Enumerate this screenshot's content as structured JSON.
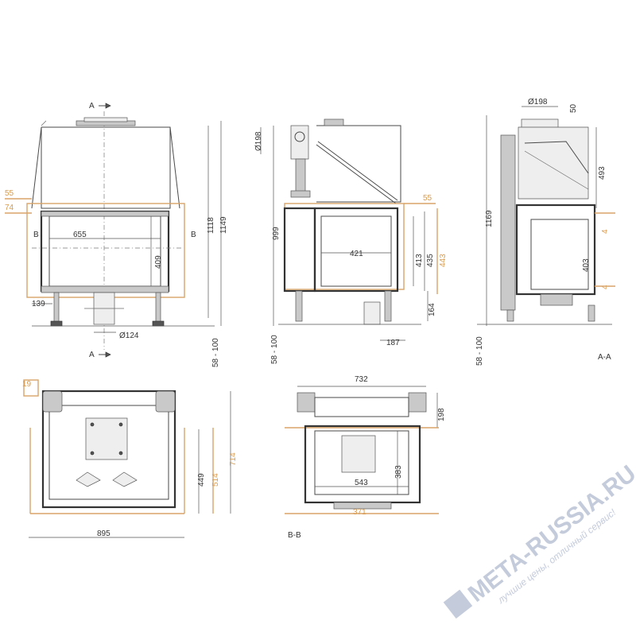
{
  "colors": {
    "line": "#4a4a4a",
    "accent": "#d8a468",
    "watermark": "#c4cbdb"
  },
  "section_marks": {
    "a": "A",
    "b": "B",
    "section_aa": "A-A",
    "section_bb": "B-B"
  },
  "front_view": {
    "dim_55": "55",
    "dim_74": "74",
    "dim_655": "655",
    "dim_409": "409",
    "dim_1118": "1118",
    "dim_1149": "1149",
    "dim_139": "139",
    "dim_d124": "Ø124",
    "dim_58_100": "58 - 100"
  },
  "side_view": {
    "dim_d198": "Ø198",
    "dim_55": "55",
    "dim_999": "999",
    "dim_421": "421",
    "dim_413": "413",
    "dim_435": "435",
    "dim_443": "443",
    "dim_164": "164",
    "dim_187": "187",
    "dim_58_100": "58 - 100"
  },
  "section_aa_view": {
    "dim_d198": "Ø198",
    "dim_50": "50",
    "dim_493": "493",
    "dim_1169": "1169",
    "dim_4_top": "4",
    "dim_403": "403",
    "dim_4_bottom": "4",
    "dim_58_100": "58 - 100"
  },
  "top_view": {
    "dim_19": "19",
    "dim_449": "449",
    "dim_514": "514",
    "dim_714": "714",
    "dim_895": "895"
  },
  "section_bb_view": {
    "dim_732": "732",
    "dim_198": "198",
    "dim_383": "383",
    "dim_543": "543",
    "dim_371": "371"
  },
  "watermark": {
    "brand": "META-RUSSIA.RU",
    "slogan": "лучшие цены, отличный сервис!"
  }
}
